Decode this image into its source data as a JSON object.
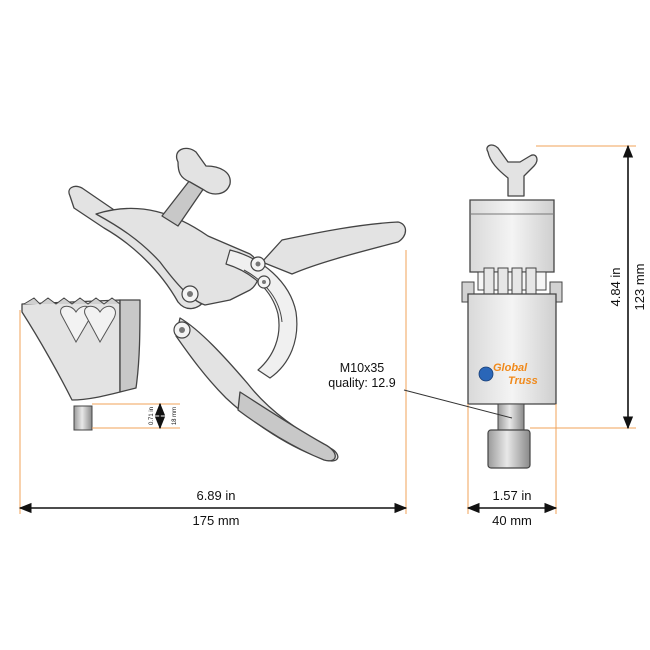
{
  "dimensions": {
    "width_in": "6.89 in",
    "width_mm": "175 mm",
    "side_width_in": "1.57 in",
    "side_width_mm": "40 mm",
    "height_in": "4.84 in",
    "height_mm": "123 mm",
    "bolt_in": "0.71 in",
    "bolt_mm": "18 mm"
  },
  "callout": {
    "line1": "M10x35",
    "line2": "quality: 12.9"
  },
  "logo": {
    "line1": "Global",
    "line2": "Truss"
  },
  "colors": {
    "extension_lines": "#f0a35a",
    "part_fill": "#e3e3e3",
    "outline": "#444444",
    "logo": "#f08a1c"
  }
}
